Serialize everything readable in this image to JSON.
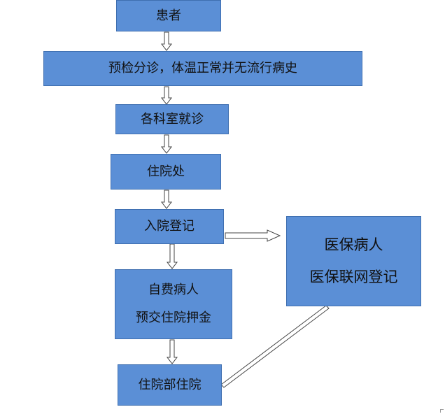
{
  "diagram": {
    "patient": "患者",
    "triage": "预检分诊，体温正常并无流行病史",
    "department_visit": "各科室就诊",
    "admission_office": "住院处",
    "admission_registration": "入院登记",
    "self_pay": {
      "line1": "自费病人",
      "line2": "预交住院押金"
    },
    "medical_insurance": {
      "line1": "医保病人",
      "line2": "医保联网登记"
    },
    "inpatient_ward": "住院部住院"
  },
  "colors": {
    "box_fill": "#5b8fd6",
    "box_border": "#3f6fb0",
    "arrow_stroke": "#444444",
    "arrow_fill": "#ffffff"
  }
}
